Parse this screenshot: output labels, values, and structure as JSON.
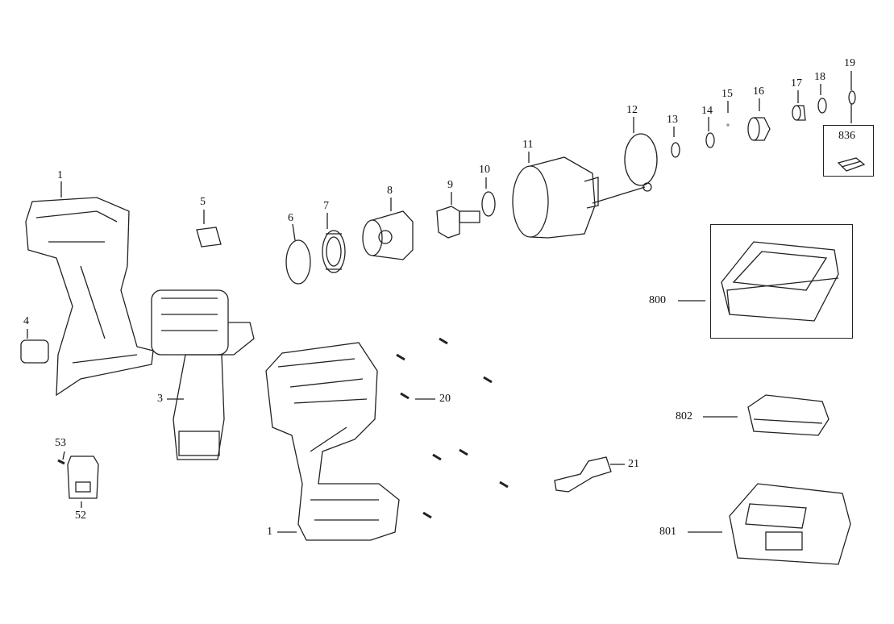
{
  "diagram": {
    "labels": {
      "p1_top": "1",
      "p1_bottom": "1",
      "p3": "3",
      "p4": "4",
      "p5": "5",
      "p6": "6",
      "p7": "7",
      "p8": "8",
      "p9": "9",
      "p10": "10",
      "p11": "11",
      "p12": "12",
      "p13": "13",
      "p14": "14",
      "p15": "15",
      "p16": "16",
      "p17": "17",
      "p18": "18",
      "p19": "19",
      "p20": "20",
      "p21": "21",
      "p52": "52",
      "p53": "53",
      "p800": "800",
      "p801": "801",
      "p802": "802",
      "p836": "836"
    }
  }
}
